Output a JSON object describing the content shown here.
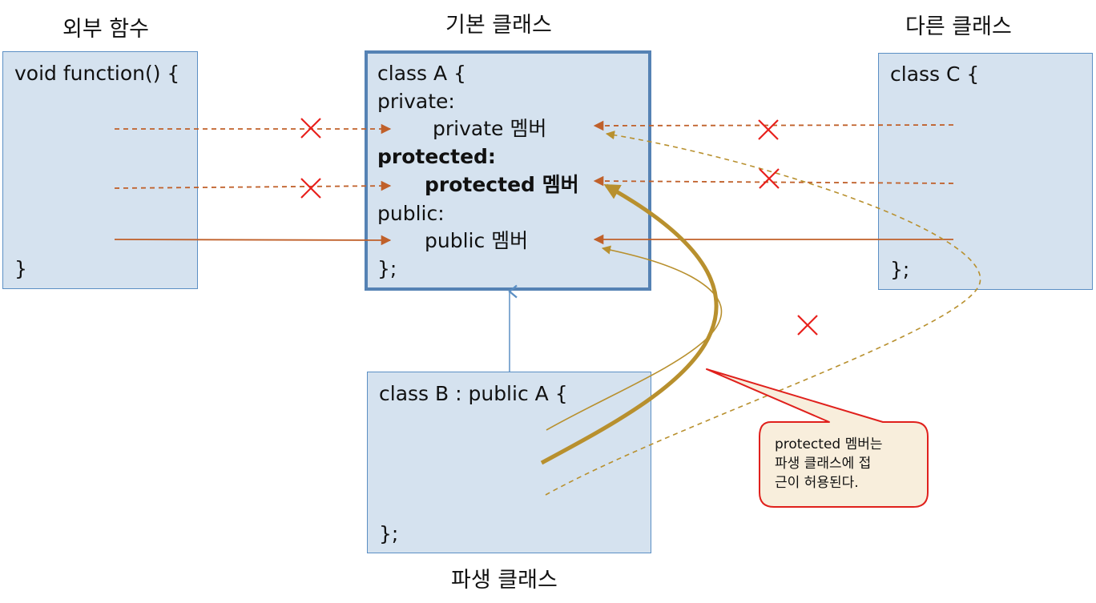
{
  "titles": {
    "external": "외부 함수",
    "base": "기본 클래스",
    "other": "다른 클래스",
    "derived": "파생 클래스"
  },
  "external_box": {
    "open": "void function() {",
    "close": "}"
  },
  "base_box": {
    "open": "class A {",
    "private_label": "private:",
    "private_member": "private  멤버",
    "protected_label": "protected:",
    "protected_member": "protected  멤버",
    "public_label": "public:",
    "public_member": "public  멤버",
    "close": "};"
  },
  "other_box": {
    "open": "class C {",
    "close": "};"
  },
  "derived_box": {
    "open": "class B : public A {",
    "close": "};"
  },
  "callout": {
    "lines": [
      "protected 멤버는",
      "파생 클래스에 접",
      "근이 허용된다."
    ]
  },
  "colors": {
    "box_fill": "#d5e2ef",
    "box_border": "#5b8fc4",
    "arrow_orange": "#c0602a",
    "arrow_gold": "#b8902e",
    "cross_red": "#e8201c",
    "callout_fill": "#f8eedc",
    "callout_border": "#e0201c"
  }
}
